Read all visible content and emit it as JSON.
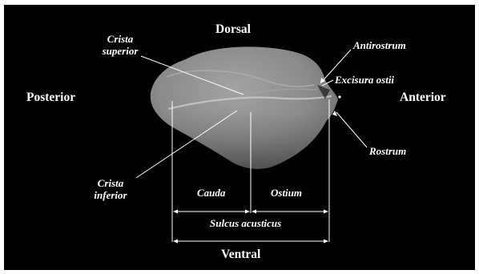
{
  "colors": {
    "background": "#000000",
    "otolith": "#8d8d8d",
    "lines": "#ffffff",
    "text": "#ffffff"
  },
  "orientation": {
    "dorsal": "Dorsal",
    "ventral": "Ventral",
    "anterior": "Anterior",
    "posterior": "Posterior"
  },
  "structures": {
    "crista_superior_line1": "Crista",
    "crista_superior_line2": "superior",
    "crista_inferior_line1": "Crista",
    "crista_inferior_line2": "inferior",
    "antirostrum": "Antirostrum",
    "excisura_ostii": "Excisura ostii",
    "rostrum": "Rostrum",
    "cauda": "Cauda",
    "ostium": "Ostium",
    "sulcus_acusticus": "Sulcus acusticus"
  }
}
